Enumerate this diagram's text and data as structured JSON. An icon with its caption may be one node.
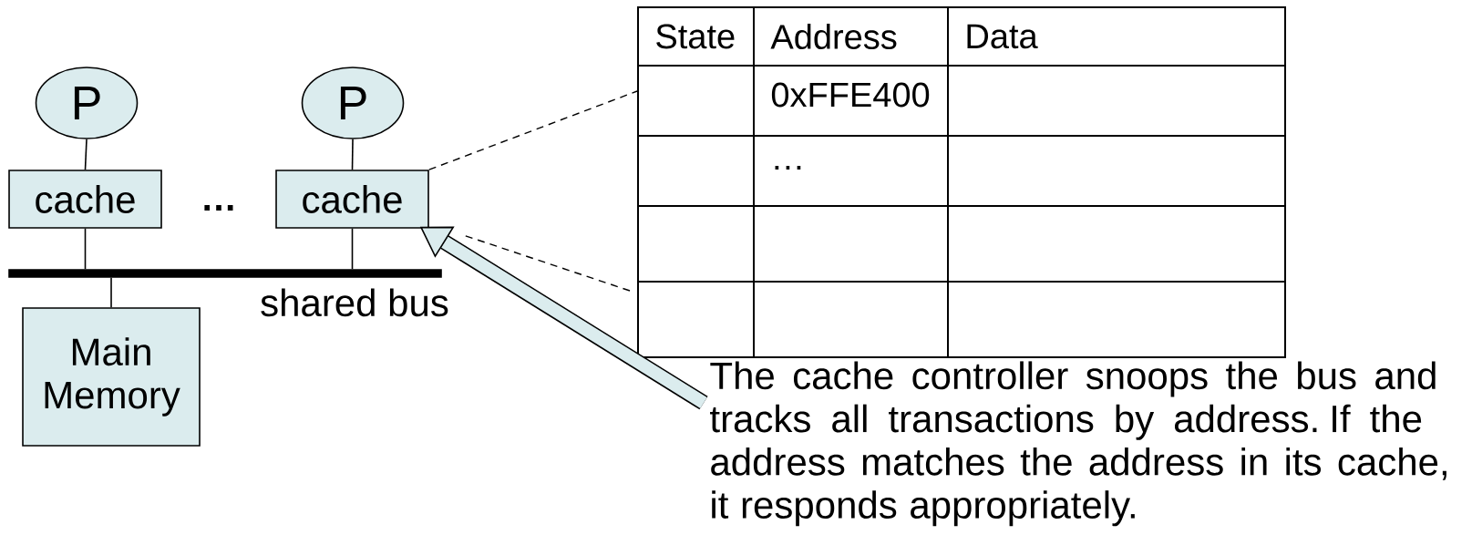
{
  "diagram": {
    "nodes": [
      {
        "text": [
          "P"
        ]
      },
      {
        "text": [
          "P"
        ]
      },
      {
        "text": [
          "cache"
        ]
      },
      {
        "text": [
          "cache"
        ]
      },
      {
        "text": [],
        "shape": "bar",
        "beside": [
          "shared bus"
        ]
      },
      {
        "text": [
          "Main Memory"
        ]
      },
      {
        "text": [],
        "shape": "box"
      },
      {
        "text": [
          "The cache controller snoops the bus and tracks all transactions by address. If the address matches the address in its cache, it responds appropriately."
        ]
      }
    ],
    "edges": [
      {
        "from": 0,
        "to": 2,
        "arrow": "none"
      },
      {
        "from": 1,
        "to": 3,
        "arrow": "none"
      },
      {
        "from": 2,
        "to": 4,
        "arrow": "none"
      },
      {
        "from": 3,
        "to": 4,
        "arrow": "none"
      },
      {
        "from": 4,
        "to": 5,
        "arrow": "none"
      },
      {
        "from": 3,
        "to": 6,
        "arrow": "none",
        "style": "dashed"
      },
      {
        "from": 3,
        "to": 6,
        "arrow": "none",
        "style": "dashed"
      },
      {
        "from": 7,
        "to": 3,
        "arrow": "to",
        "style": "thick"
      }
    ],
    "labels": [
      "…",
      "State",
      "Address",
      "Data",
      "0xFFE400",
      "…"
    ]
  }
}
